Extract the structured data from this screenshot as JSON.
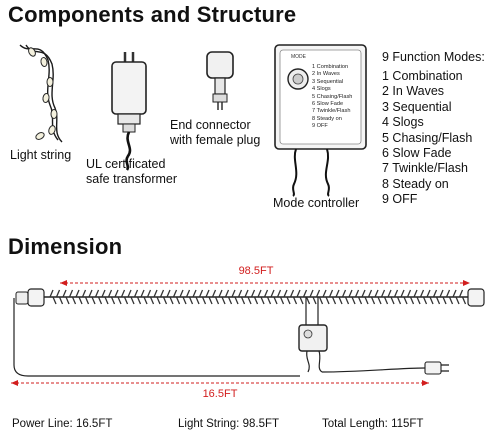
{
  "section1": {
    "title": "Components and Structure",
    "labels": {
      "light_string": "Light string",
      "transformer_line1": "UL certificated",
      "transformer_line2": "safe transformer",
      "end_connector_line1": "End connector",
      "end_connector_line2": "with female plug",
      "mode_controller": "Mode controller"
    },
    "controller_panel": {
      "tag": "MODE",
      "items": [
        "1 Combination",
        "2 In Waves",
        "3 Sequential",
        "4 Slogs",
        "5 Chasing/Flash",
        "6 Slow Fade",
        "7 Twinkle/Flash",
        "8 Steady on",
        "9 OFF"
      ]
    },
    "modes_heading": "9 Function Modes:",
    "modes": [
      "1 Combination",
      "2 In Waves",
      "3 Sequential",
      "4 Slogs",
      "5 Chasing/Flash",
      "6 Slow Fade",
      "7 Twinkle/Flash",
      "8 Steady on",
      "9 OFF"
    ]
  },
  "section2": {
    "title": "Dimension",
    "light_string_length": "98.5FT",
    "power_line_length": "16.5FT"
  },
  "footer": {
    "power_line_label": "Power Line:",
    "power_line_value": "16.5FT",
    "light_string_label": "Light String:",
    "light_string_value": "98.5FT",
    "total_label": "Total Length:",
    "total_value": "115FT"
  },
  "colors": {
    "accent_red": "#d21e1e",
    "wire": "#1a1a1a"
  }
}
